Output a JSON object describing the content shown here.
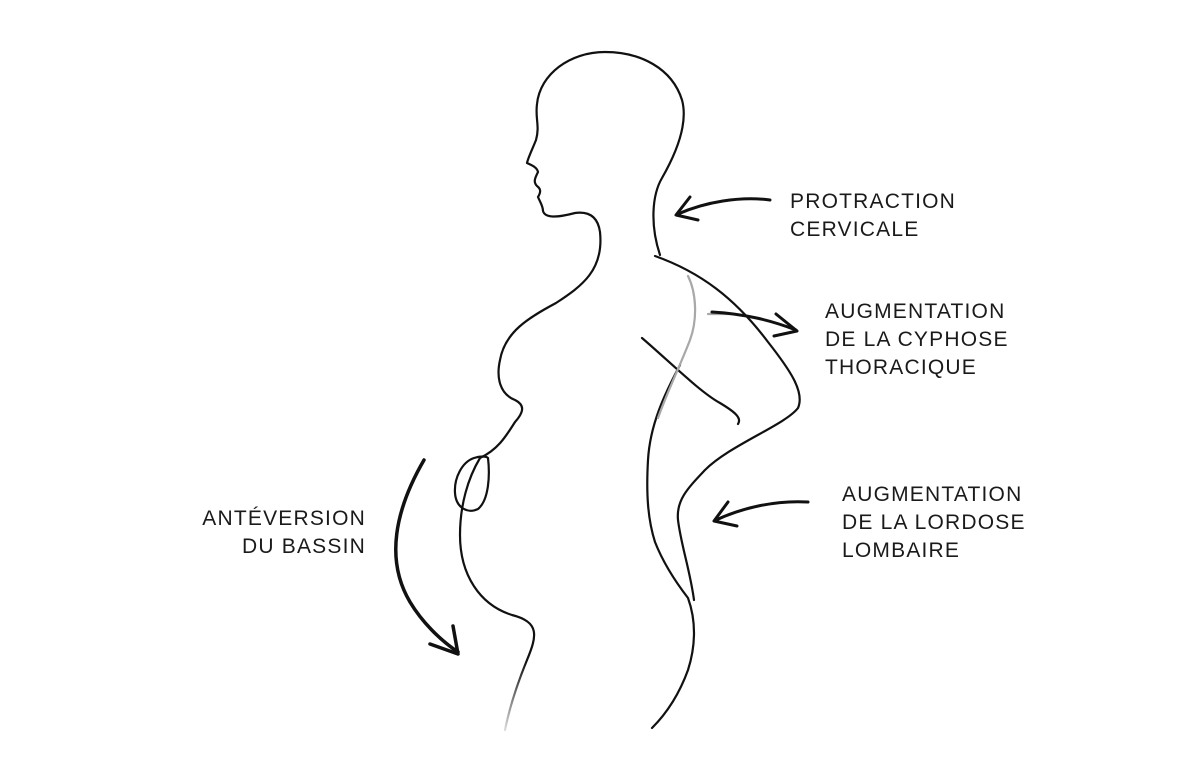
{
  "colors": {
    "outline": "#111111",
    "spine": "#a8a8a8",
    "background": "#ffffff"
  },
  "labels": {
    "cervical": {
      "line1": "PROTRACTION",
      "line2": "CERVICALE"
    },
    "thoracic": {
      "line1": "AUGMENTATION",
      "line2": "DE LA CYPHOSE",
      "line3": "THORACIQUE"
    },
    "lumbar": {
      "line1": "AUGMENTATION",
      "line2": "DE LA LORDOSE",
      "line3": "LOMBAIRE"
    },
    "pelvis": {
      "line1": "ANTÉVERSION",
      "line2": "DU BASSIN"
    }
  }
}
